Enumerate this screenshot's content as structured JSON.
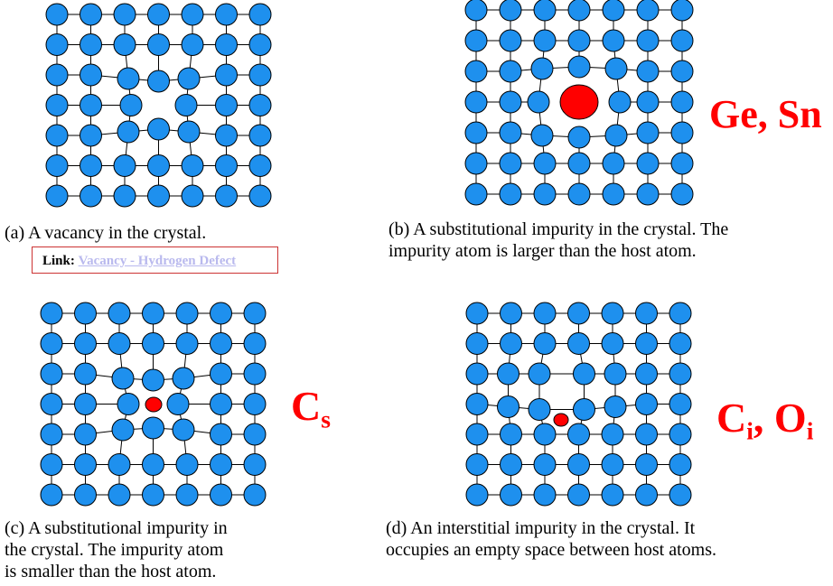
{
  "panels": {
    "a": {
      "caption_lines": [
        "(a) A vacancy in the crystal."
      ],
      "link": {
        "prefix": "Link:",
        "text": "Vacancy - Hydrogen Defect"
      }
    },
    "b": {
      "caption_lines": [
        "(b) A substitutional impurity in the crystal. The",
        "impurity atom is larger than the host atom."
      ],
      "label": "Ge, Sn"
    },
    "c": {
      "caption_lines": [
        "(c) A substitutional impurity in",
        "the crystal. The impurity atom",
        "is smaller than the host atom."
      ],
      "label_main": "C",
      "label_sub": "s"
    },
    "d": {
      "caption_lines": [
        "(d) An interstitial impurity in the crystal. It",
        "occupies an empty space between host atoms."
      ],
      "label_1": "C",
      "label_1_sub": "i",
      "label_sep": ",",
      "label_2": "O",
      "label_2_sub": "i"
    }
  },
  "colors": {
    "host_atom": "#1e90ee",
    "impurity_atom": "#ff0000",
    "bond": "#000000",
    "label": "#ff0000"
  }
}
